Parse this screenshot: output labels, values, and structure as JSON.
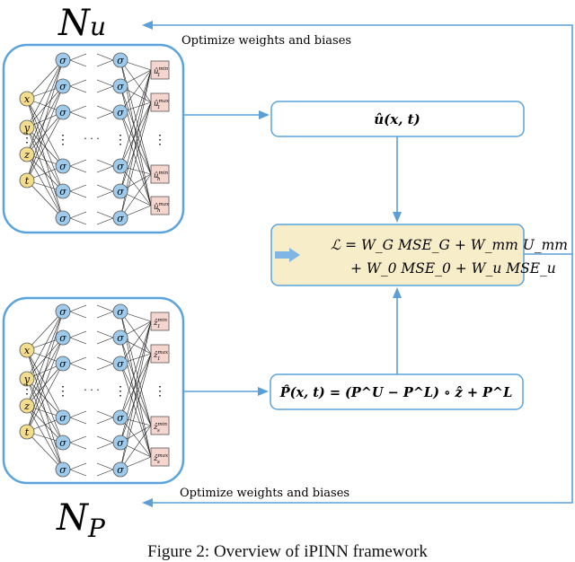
{
  "top_network": {
    "name_main": "N",
    "name_sub": "u",
    "inputs": [
      "x",
      "y",
      "z",
      "t"
    ],
    "neuron": "σ",
    "dots": "⋮",
    "hdots": "· · ·",
    "outputs": [
      {
        "base": "û",
        "sub": "1",
        "sup": "min"
      },
      {
        "base": "û",
        "sub": "1",
        "sup": "max"
      },
      {
        "base": "û",
        "sub": "h",
        "sup": "min"
      },
      {
        "base": "û",
        "sub": "h",
        "sup": "max"
      }
    ]
  },
  "bottom_network": {
    "name_main": "N",
    "name_sub": "P",
    "inputs": [
      "x",
      "y",
      "z",
      "t"
    ],
    "neuron": "σ",
    "dots": "⋮",
    "hdots": "· · ·",
    "outputs": [
      {
        "base": "ẑ",
        "sub": "1",
        "sup": "min"
      },
      {
        "base": "ẑ",
        "sub": "1",
        "sup": "max"
      },
      {
        "base": "ẑ",
        "sub": "s",
        "sup": "min"
      },
      {
        "base": "ẑ",
        "sub": "s",
        "sup": "max"
      }
    ]
  },
  "feedback_top_label": "Optimize weights and biases",
  "feedback_bottom_label": "Optimize weights and biases",
  "u_box": {
    "text": "û(x, t)"
  },
  "loss_box": {
    "line1": "ℒ = W_G MSE_G + W_mm U_mm",
    "line2": "+ W_0 MSE_0 + W_u MSE_u"
  },
  "p_box": {
    "text": "P̂(x, t) = (P^U − P^L) ∘ ẑ + P^L"
  },
  "caption": "Figure 2: Overview of iPINN framework",
  "colors": {
    "frame": "#5aa3dc",
    "arrow": "#5b9fd8",
    "input_fill": "#f3dc8c",
    "neuron_fill": "#9ecbec",
    "output_fill": "#f5d6cf",
    "loss_fill": "#f8edc9"
  }
}
